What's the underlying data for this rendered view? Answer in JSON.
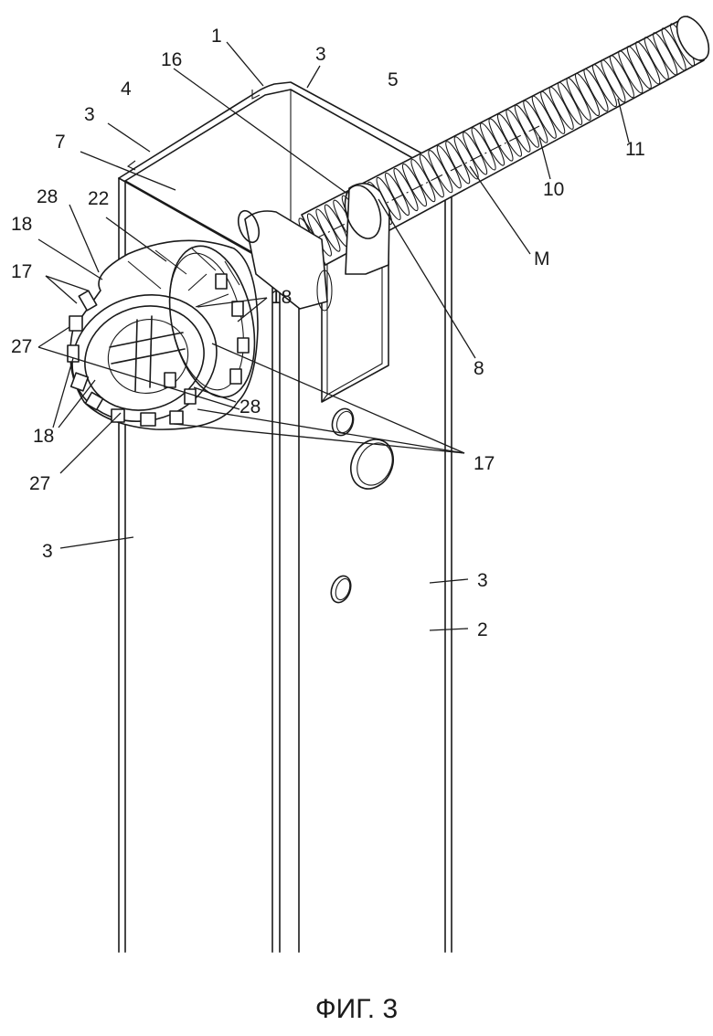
{
  "figure": {
    "caption": "ФИГ. 3",
    "labels": {
      "l1": "1",
      "l3a": "3",
      "l16": "16",
      "l4": "4",
      "l5": "5",
      "l3b": "3",
      "l7": "7",
      "l28a": "28",
      "l22": "22",
      "l18a": "18",
      "l17a": "17",
      "l27a": "27",
      "l18b": "18",
      "l27b": "27",
      "l28b": "28",
      "l17b": "17",
      "l3c": "3",
      "l3d": "3",
      "l2": "2",
      "l8": "8",
      "lM": "M",
      "l10": "10",
      "l11": "11",
      "l18c": "18"
    }
  }
}
